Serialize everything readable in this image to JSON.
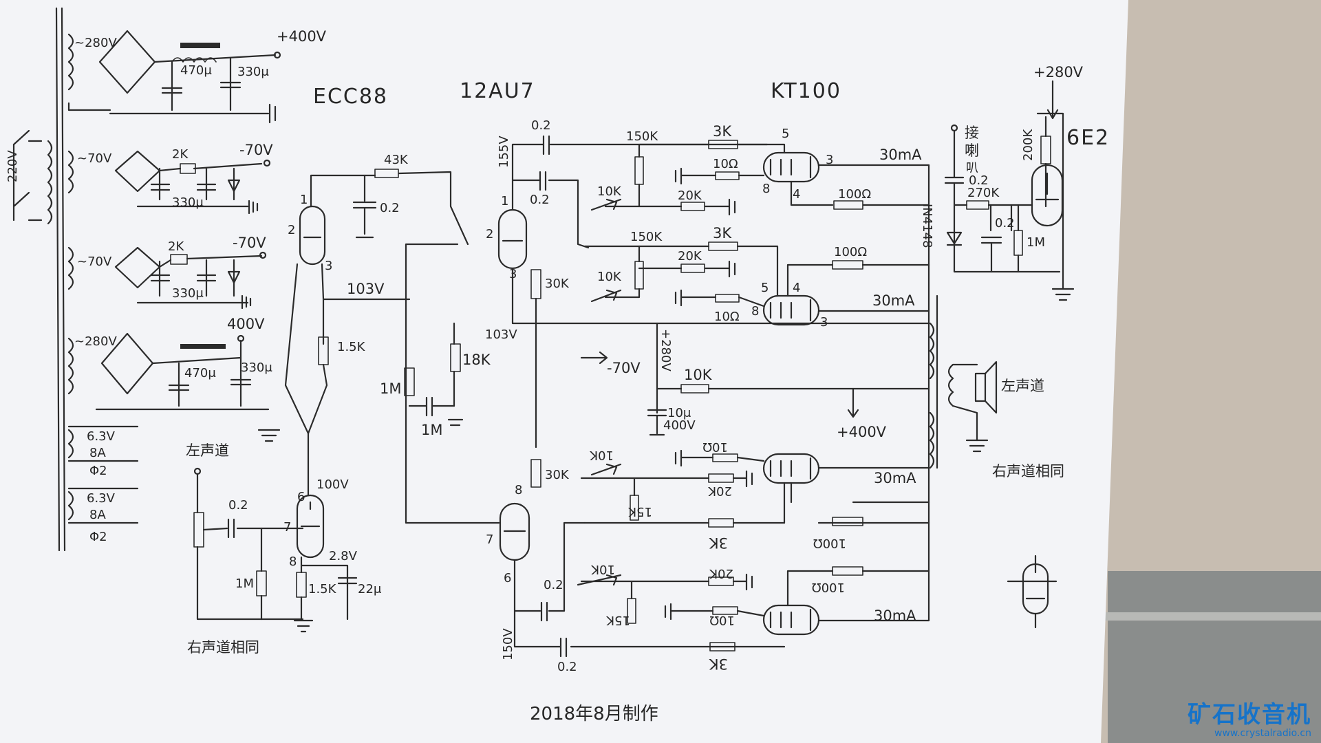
{
  "header": {
    "tube_ecc88": "ECC88",
    "tube_12au7": "12AU7",
    "tube_kt100": "KT100",
    "tube_6e2": "6E2"
  },
  "power_supply": {
    "mains_220v": "220V",
    "sec1_ac": "~280V",
    "sec1_dc": "+400V",
    "sec1_cap1": "470μ",
    "sec1_cap2": "330μ",
    "sec2_ac": "~70V",
    "sec2_r": "2K",
    "sec2_dc": "-70V",
    "sec2_cap": "330μ",
    "sec3_ac": "~70V",
    "sec3_r": "2K",
    "sec3_dc": "-70V",
    "sec3_cap": "330μ",
    "sec4_ac": "~280V",
    "sec4_dc": "400V",
    "sec4_cap1": "470μ",
    "sec4_cap2": "330μ",
    "heater1_v": "6.3V",
    "heater1_a": "8A",
    "heater1_id": "Φ2",
    "heater2_v": "6.3V",
    "heater2_a": "8A",
    "heater2_id": "Φ2"
  },
  "input_stage": {
    "channel_label": "左声道",
    "cap_in": "0.2",
    "r_grid": "1M",
    "pin6": "6",
    "pin7": "7",
    "pin8": "8",
    "plate_v": "100V",
    "cath_v": "2.8V",
    "r_k": "1.5K",
    "c_k": "22μ",
    "r_tail": "1.5K",
    "bottom_note": "右声道相同"
  },
  "ecc88": {
    "r_fb": "43K",
    "c_fb": "0.2",
    "pin1": "1",
    "pin2": "2",
    "pin3": "3",
    "node_v": "103V"
  },
  "phase_splitter": {
    "v_top": "155V",
    "c_top1": "0.2",
    "c_top2": "0.2",
    "pin1": "1",
    "pin2": "2",
    "pin3": "3",
    "r_plate1": "30K",
    "r_cath": "18K",
    "v_cath": "103V",
    "r_grid": "1M",
    "c_grid": "1M",
    "r_plate2": "30K",
    "pin6": "6",
    "pin7": "7",
    "pin8": "8",
    "v_bottom": "150V",
    "c_bot1": "0.2",
    "c_bot2": "0.2"
  },
  "output_stage": {
    "r_bias1": "150K",
    "r_grid1": "3K",
    "r_g2_1": "10Ω",
    "r_screen1": "100Ω",
    "pot1": "10K",
    "r_adj1": "20K",
    "r_bias2": "150K",
    "r_grid2": "3K",
    "pot2": "10K",
    "r_adj2": "20K",
    "r_screen2": "100Ω",
    "r_g2_2": "10Ω",
    "bias_neg": "-70V",
    "bias_pos": "+280V",
    "r_main": "10K",
    "c_main": "10μ",
    "c_main_v": "400V",
    "b_plus": "+400V",
    "pot3": "10K",
    "r_adj3": "20K",
    "r_bias3": "15K",
    "r_g2_3": "10Ω",
    "r_grid3": "3K",
    "r_screen3": "100Ω",
    "pot4": "10K",
    "r_adj4": "20K",
    "r_bias4": "15K",
    "r_g2_4": "10Ω",
    "r_grid4": "3K",
    "r_screen4": "100Ω",
    "i1": "30mA",
    "i2": "30mA",
    "i3": "30mA",
    "i4": "30mA",
    "pin5": "5",
    "pin3": "3",
    "pin8": "8",
    "pin4": "4"
  },
  "output_transformer": {
    "label_left": "左声道",
    "label_right": "右声道相同"
  },
  "tuning_indicator": {
    "hv": "+280V",
    "r_plate": "200K",
    "note_a": "接",
    "note_b": "喇",
    "note_c": "叭",
    "c_in": "0.2",
    "r_series": "270K",
    "c_filter": "0.2",
    "r_load": "1M",
    "diode": "IN4148"
  },
  "footer": {
    "date": "2018年8月制作"
  },
  "logo": {
    "title": "矿石收音机",
    "url": "www.crystalradio.cn"
  },
  "colors": {
    "paper": "#f4f5f8",
    "ink": "#2b2b2b",
    "logo_blue": "#1673c9",
    "wall": "#c9bfb3"
  }
}
